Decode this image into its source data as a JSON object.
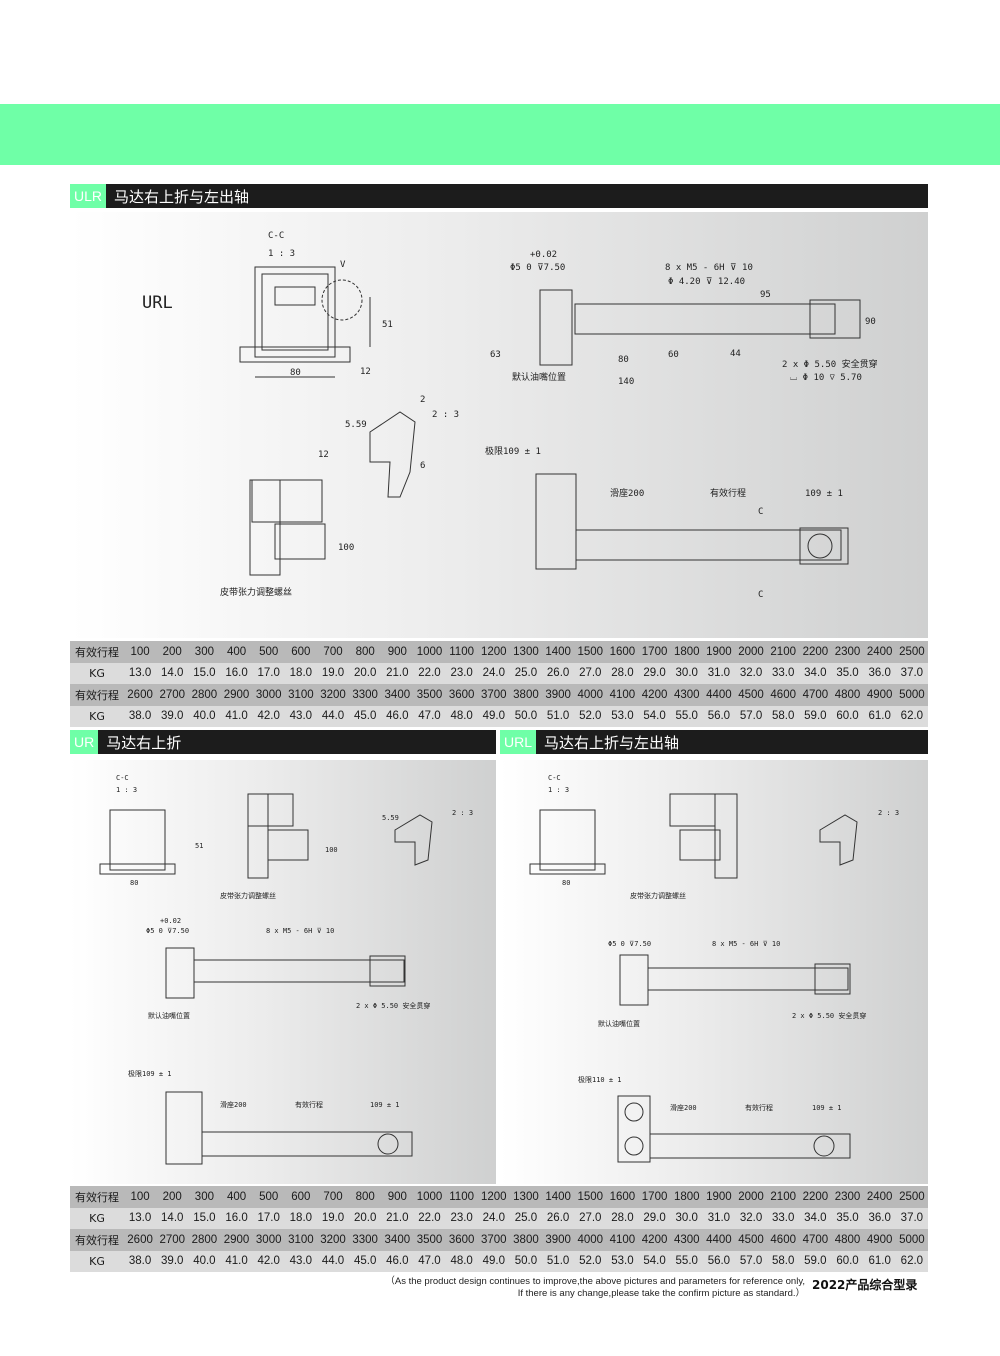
{
  "sections": {
    "ulr": {
      "tag": "ULR",
      "title": "马达右上折与左出轴"
    },
    "ur": {
      "tag": "UR",
      "title": "马达右上折"
    },
    "url": {
      "tag": "URL",
      "title": "马达右上折与左出轴"
    }
  },
  "drawing": {
    "model_label": "URL",
    "section_cc": "C-C",
    "scale": "1 : 3",
    "scale2": "2 : 3",
    "v": "V",
    "c": "C",
    "w80": "80",
    "h51": "51",
    "h12": "12",
    "d559": "5.59",
    "d2": "2",
    "d6": "6",
    "d12b": "12",
    "d100": "100",
    "belt_note": "皮带张力调整螺丝",
    "shaft": "+0.02",
    "shaft2": "Φ5  0  ⊽7.50",
    "holes": "8 x M5 - 6H ⊽ 10",
    "holes2": "Φ 4.20 ⊽ 12.40",
    "d95": "95",
    "d90": "90",
    "d63": "63",
    "d60": "60",
    "d80b": "80",
    "d44": "44",
    "d140": "140",
    "oil": "默认油嘴位置",
    "through": "2 x Φ 5.50 安全贯穿",
    "through2": "⌴ Φ 10 ⊽ 5.70",
    "limit": "极限109 ± 1",
    "limit_url": "极限110 ± 1",
    "slider": "滑座200",
    "stroke": "有效行程",
    "end": "109 ± 1"
  },
  "spec_labels": {
    "stroke": "有效行程",
    "kg": "KG"
  },
  "spec_rows": {
    "stroke1": [
      "100",
      "200",
      "300",
      "400",
      "500",
      "600",
      "700",
      "800",
      "900",
      "1000",
      "1100",
      "1200",
      "1300",
      "1400",
      "1500",
      "1600",
      "1700",
      "1800",
      "1900",
      "2000",
      "2100",
      "2200",
      "2300",
      "2400",
      "2500"
    ],
    "kg1": [
      "13.0",
      "14.0",
      "15.0",
      "16.0",
      "17.0",
      "18.0",
      "19.0",
      "20.0",
      "21.0",
      "22.0",
      "23.0",
      "24.0",
      "25.0",
      "26.0",
      "27.0",
      "28.0",
      "29.0",
      "30.0",
      "31.0",
      "32.0",
      "33.0",
      "34.0",
      "35.0",
      "36.0",
      "37.0"
    ],
    "stroke2": [
      "2600",
      "2700",
      "2800",
      "2900",
      "3000",
      "3100",
      "3200",
      "3300",
      "3400",
      "3500",
      "3600",
      "3700",
      "3800",
      "3900",
      "4000",
      "4100",
      "4200",
      "4300",
      "4400",
      "4500",
      "4600",
      "4700",
      "4800",
      "4900",
      "5000"
    ],
    "kg2": [
      "38.0",
      "39.0",
      "40.0",
      "41.0",
      "42.0",
      "43.0",
      "44.0",
      "45.0",
      "46.0",
      "47.0",
      "48.0",
      "49.0",
      "50.0",
      "51.0",
      "52.0",
      "53.0",
      "54.0",
      "55.0",
      "56.0",
      "57.0",
      "58.0",
      "59.0",
      "60.0",
      "61.0",
      "62.0"
    ]
  },
  "footer": {
    "line1": "（As the product design continues to improve,the above pictures and parameters for reference only,",
    "line2": "If there is any change,please take the confirm picture as standard.）",
    "catalog": "2022产品综合型录"
  }
}
